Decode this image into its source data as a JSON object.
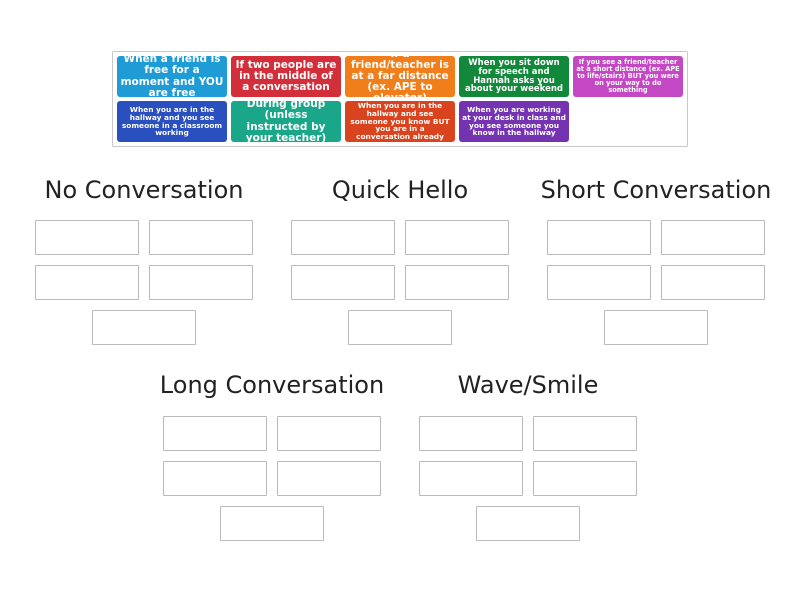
{
  "cards": [
    {
      "id": "c1",
      "label": "When a friend is free for a moment and YOU are free",
      "color": "#1f9bd6",
      "size": "l"
    },
    {
      "id": "c2",
      "label": "If two people are in the middle of a conversation",
      "color": "#d32f3a",
      "size": "l"
    },
    {
      "id": "c3",
      "label": "If a friend/teacher is at a far distance (ex. APE to elevator)",
      "color": "#f07e1a",
      "size": "l"
    },
    {
      "id": "c4",
      "label": "When you sit down for speech and Hannah asks you about your weekend",
      "color": "#12883b",
      "size": "m"
    },
    {
      "id": "c5",
      "label": "If you see a friend/teacher at a short distance (ex. APE to life/stairs) BUT you were on your way to do something",
      "color": "#c448c4",
      "size": "xs"
    },
    {
      "id": "c6",
      "label": "When you are in the hallway and you see someone in a classroom working",
      "color": "#2a4fbf",
      "size": "s"
    },
    {
      "id": "c7",
      "label": "During group (unless instructed by your teacher)",
      "color": "#1aa689",
      "size": "l"
    },
    {
      "id": "c8",
      "label": "When you are in the hallway and see someone you know BUT you are in a conversation already",
      "color": "#d9431d",
      "size": "s"
    },
    {
      "id": "c9",
      "label": "When you are working at your desk in class and you see someone you know in the hallway",
      "color": "#7434b2",
      "size": "s"
    }
  ],
  "groups": [
    {
      "id": "no-conversation",
      "title": "No Conversation"
    },
    {
      "id": "quick-hello",
      "title": "Quick Hello"
    },
    {
      "id": "short-conversation",
      "title": "Short Conversation"
    },
    {
      "id": "long-conversation",
      "title": "Long Conversation"
    },
    {
      "id": "wave-smile",
      "title": "Wave/Smile"
    }
  ]
}
